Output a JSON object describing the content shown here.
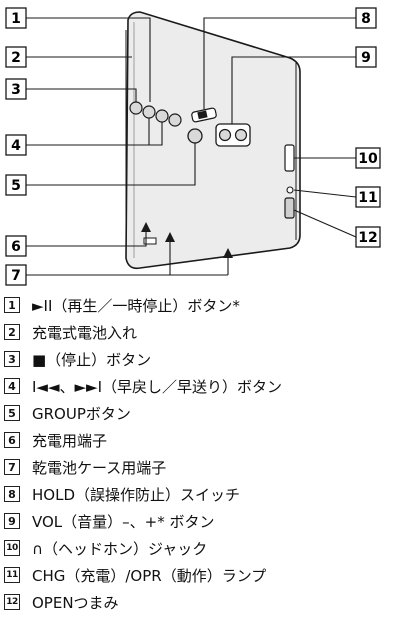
{
  "callouts": [
    "1",
    "2",
    "3",
    "4",
    "5",
    "6",
    "7",
    "8",
    "9",
    "10",
    "11",
    "12"
  ],
  "legend": [
    {
      "num": "1",
      "text": "►II（再生／一時停止）ボタン*"
    },
    {
      "num": "2",
      "text": "充電式電池入れ"
    },
    {
      "num": "3",
      "text": "■（停止）ボタン"
    },
    {
      "num": "4",
      "text": "I◄◄、►►I（早戻し／早送り）ボタン"
    },
    {
      "num": "5",
      "text": "GROUPボタン"
    },
    {
      "num": "6",
      "text": "充電用端子"
    },
    {
      "num": "7",
      "text": "乾電池ケース用端子"
    },
    {
      "num": "8",
      "text": "HOLD（誤操作防止）スイッチ"
    },
    {
      "num": "9",
      "text": "VOL（音量）–、+* ボタン"
    },
    {
      "num": "10",
      "text": "∩（ヘッドホン）ジャック"
    },
    {
      "num": "11",
      "text": "CHG（充電）/OPR（動作）ランプ"
    },
    {
      "num": "12",
      "text": "OPENつまみ"
    }
  ],
  "colors": {
    "device_body": "#ececec",
    "device_outline": "#1a1a1a",
    "line": "#1a1a1a"
  }
}
